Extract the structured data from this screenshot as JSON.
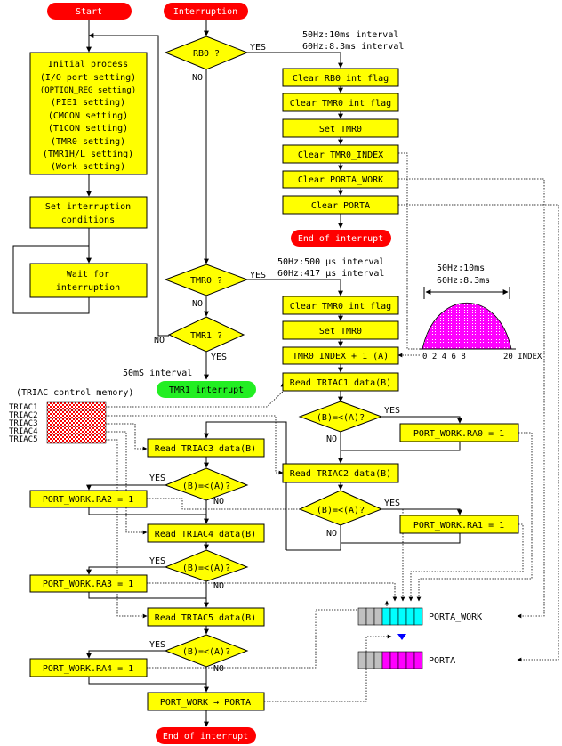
{
  "terminals": {
    "start": "Start",
    "interruption": "Interruption",
    "end1": "End of interrupt",
    "tmr1": "TMR1 interrupt",
    "end2": "End of interrupt"
  },
  "main": {
    "init": [
      "Initial process",
      "(I/O port setting)",
      "(OPTION_REG setting)",
      "(PIE1 setting)",
      "(CMCON setting)",
      "(T1CON setting)",
      "(TMR0 setting)",
      "(TMR1H/L setting)",
      "(Work setting)"
    ],
    "set_int": [
      "Set interruption",
      "conditions"
    ],
    "wait": [
      "Wait for",
      "interruption"
    ]
  },
  "decisions": {
    "rb0": "RB0 ?",
    "tmr0": "TMR0 ?",
    "tmr1": "TMR1 ?",
    "cmp": "(B)=<(A)?"
  },
  "labels": {
    "yes": "YES",
    "no": "NO",
    "interval_a1": "50Hz:10ms interval",
    "interval_a2": "60Hz:8.3ms interval",
    "interval_b1": "50Hz:500 μs interval",
    "interval_b2": "60Hz:417 μs interval",
    "tmr1_interval": "50mS interval",
    "triac_mem": "(TRIAC control memory)",
    "triacs": [
      "TRIAC1",
      "TRIAC2",
      "TRIAC3",
      "TRIAC4",
      "TRIAC5"
    ],
    "wave_50": "50Hz:10ms",
    "wave_60": "60Hz:8.3ms",
    "index_ticks": "0 2 4 6 8",
    "index_end": "20 INDEX",
    "porta_work": "PORTA_WORK",
    "porta": "PORTA"
  },
  "rb0_branch": [
    "Clear RB0 int flag",
    "Clear TMR0 int flag",
    "Set TMR0",
    "Clear TMR0_INDEX",
    "Clear PORTA_WORK",
    "Clear PORTA"
  ],
  "tmr0_branch": {
    "steps": [
      "Clear TMR0 int flag",
      "Set TMR0",
      "TMR0_INDEX + 1 (A)"
    ],
    "read1": "Read TRIAC1 data(B)",
    "read2": "Read TRIAC2 data(B)",
    "ra0": "PORT_WORK.RA0 = 1",
    "ra1": "PORT_WORK.RA1 = 1"
  },
  "left_branch": {
    "read3": "Read TRIAC3 data(B)",
    "read4": "Read TRIAC4 data(B)",
    "read5": "Read TRIAC5 data(B)",
    "ra2": "PORT_WORK.RA2 = 1",
    "ra3": "PORT_WORK.RA3 = 1",
    "ra4": "PORT_WORK.RA4 = 1",
    "final": "PORT_WORK → PORTA"
  },
  "colors": {
    "box": "#ffff00",
    "terminal": "#ff0000",
    "tmr1_terminal": "#22ee22",
    "waveform": "#ff00ff",
    "porta_work_bits": "#00ffff",
    "porta_bits": "#ff00ff",
    "unused_bits": "#c0c0c0",
    "transfer_arrow": "#0000ff",
    "triac_memory": "#ff8080"
  }
}
